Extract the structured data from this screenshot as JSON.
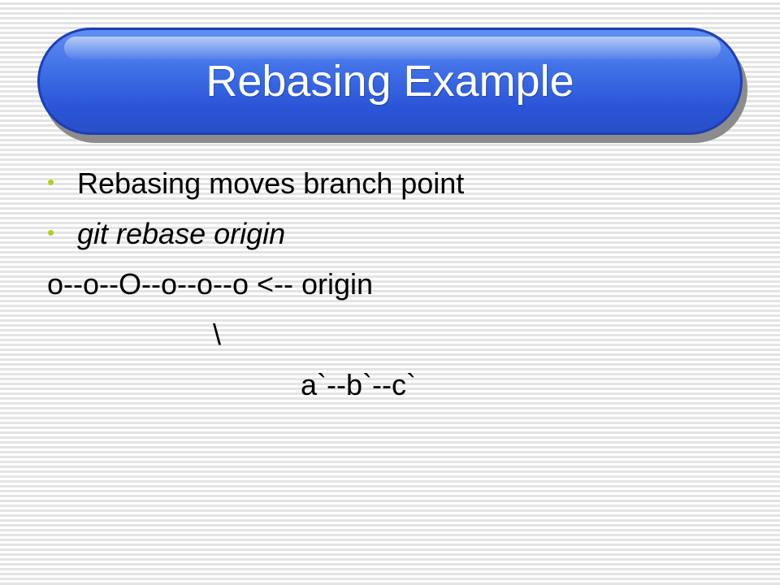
{
  "slide": {
    "title": "Rebasing Example",
    "bullets": [
      {
        "text": "Rebasing moves branch point",
        "italic": false
      },
      {
        "text": "git rebase origin",
        "italic": true
      }
    ],
    "diagram": [
      "o--o--O--o--o--o <-- origin",
      "\\",
      "a`--b`--c`"
    ]
  },
  "colors": {
    "title_bar": "#3f6fe6",
    "bullet": "#b8cc1e",
    "text": "#000000"
  },
  "icons": {
    "bullet": "bullet-dot-icon"
  }
}
